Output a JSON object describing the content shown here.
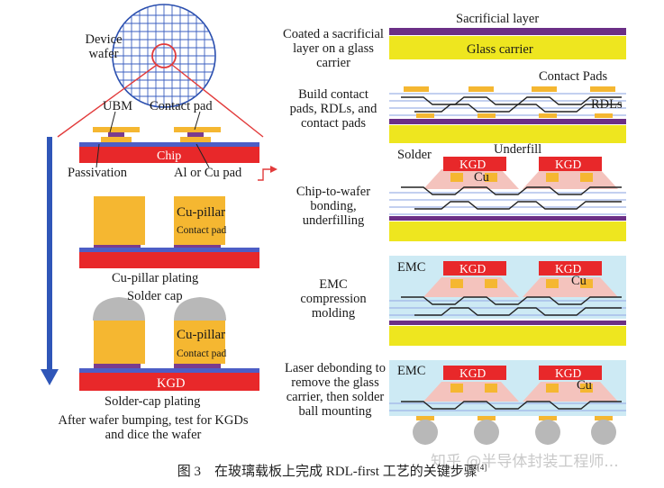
{
  "left_column": {
    "device_wafer": "Device\nwafer",
    "ubm": "UBM",
    "contact_pad": "Contact pad",
    "chip": "Chip",
    "passivation": "Passivation",
    "al_cu_pad": "Al or Cu pad",
    "cu_pillar": "Cu-pillar",
    "contact_pad_small": "Contact pad",
    "cu_pillar_plating": "Cu-pillar plating",
    "solder_cap": "Solder cap",
    "cu_pillar_2": "Cu-pillar",
    "contact_pad_small_2": "Contact pad",
    "kgd": "KGD",
    "solder_cap_plating": "Solder-cap plating",
    "after_bumping": "After wafer bumping, test for KGDs\nand dice the wafer"
  },
  "right_column": {
    "step1_text": "Coated a sacrificial\nlayer on a glass\ncarrier",
    "sacrificial_layer": "Sacrificial layer",
    "glass_carrier": "Glass carrier",
    "step2_text": "Build contact\npads, RDLs, and\ncontact pads",
    "contact_pads": "Contact Pads",
    "rdls": "RDLs",
    "step3_text": "Chip-to-wafer\nbonding,\nunderfilling",
    "solder": "Solder",
    "underfill": "Underfill",
    "kgd": "KGD",
    "cu": "Cu",
    "step4_text": "EMC\ncompression\nmolding",
    "emc": "EMC",
    "step5_text": "Laser debonding to\nremove the glass\ncarrier, then solder\nball mounting"
  },
  "caption": "图 3　在玻璃载板上完成 RDL-first 工艺的关键步骤",
  "caption_ref": "[4]",
  "watermark": "知乎 @半导体封装工程师...",
  "colors": {
    "substrate_red": "#e8282a",
    "gold": "#f5b731",
    "glass_yellow": "#eee61f",
    "sacrificial_purple": "#6b2f86",
    "passivation_blue": "#4d5ec6",
    "emc_blue": "#cdeaf4",
    "underfill_pink": "#f4c3bd",
    "arrow_blue": "#2f56b8",
    "line_red": "#e23b3b",
    "solder_grey": "#b8b8b8"
  }
}
